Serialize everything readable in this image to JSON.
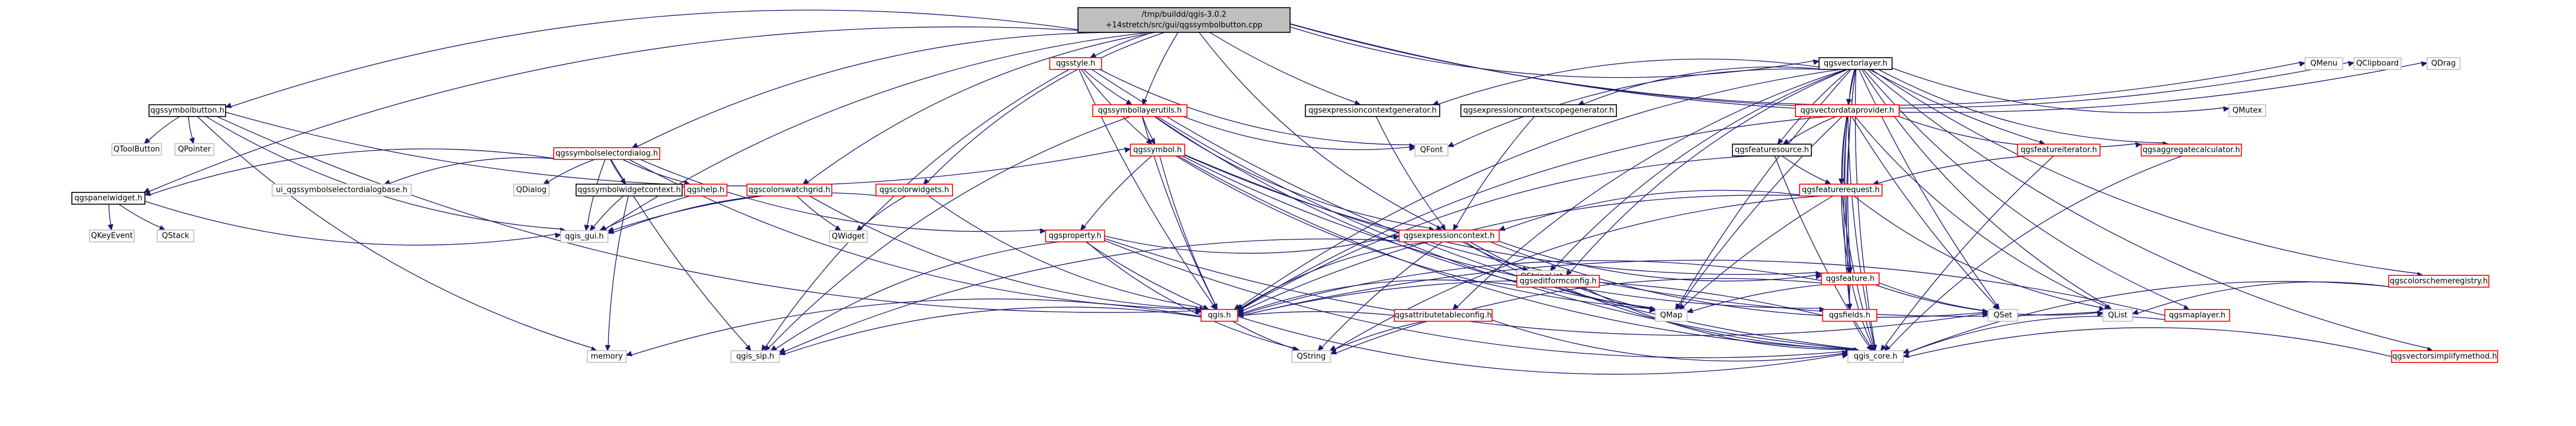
{
  "graph": {
    "title_lines": [
      "/tmp/buildd/qgis-3.0.2",
      "+14stretch/src/gui/qgssymbolbutton.cpp"
    ],
    "colors": {
      "root_fill": "#bfbfbf",
      "node_fill": "#ffffff",
      "documented_border": "#000000",
      "undocumented_border": "#bfbfbf",
      "incomplete_border": "#ff0000",
      "edge": "#191970"
    },
    "nodes": [
      {
        "id": "root",
        "label": "",
        "kind": "root"
      },
      {
        "id": "qgssymbolbutton_h",
        "label": "qgssymbolbutton.h",
        "kind": "documented"
      },
      {
        "id": "qgsstyle_h",
        "label": "qgsstyle.h",
        "kind": "incomplete"
      },
      {
        "id": "qgsvectorlayer_h",
        "label": "qgsvectorlayer.h",
        "kind": "documented"
      },
      {
        "id": "qmenu",
        "label": "QMenu",
        "kind": "undocumented"
      },
      {
        "id": "qclipboard",
        "label": "QClipboard",
        "kind": "undocumented"
      },
      {
        "id": "qdrag",
        "label": "QDrag",
        "kind": "undocumented"
      },
      {
        "id": "qtoolbutton",
        "label": "QToolButton",
        "kind": "undocumented"
      },
      {
        "id": "qpointer",
        "label": "QPointer",
        "kind": "undocumented"
      },
      {
        "id": "qgspanelwidget_h",
        "label": "qgspanelwidget.h",
        "kind": "documented"
      },
      {
        "id": "qgssymbolselectordialog_h",
        "label": "qgssymbolselectordialog.h",
        "kind": "incomplete"
      },
      {
        "id": "ui_qgssymbolselectordialogbase_h",
        "label": "ui_qgssymbolselectordialogbase.h",
        "kind": "undocumented"
      },
      {
        "id": "qdialog",
        "label": "QDialog",
        "kind": "undocumented"
      },
      {
        "id": "qgssymbolwidgetcontext_h",
        "label": "qgssymbolwidgetcontext.h",
        "kind": "documented"
      },
      {
        "id": "qgshelp_h",
        "label": "qgshelp.h",
        "kind": "incomplete"
      },
      {
        "id": "qgscolorswatchgrid_h",
        "label": "qgscolorswatchgrid.h",
        "kind": "incomplete"
      },
      {
        "id": "qgscolorwidgets_h",
        "label": "qgscolorwidgets.h",
        "kind": "incomplete"
      },
      {
        "id": "qgssymbollayerutils_h",
        "label": "qgssymbollayerutils.h",
        "kind": "incomplete"
      },
      {
        "id": "qgssymbol_h",
        "label": "qgssymbol.h",
        "kind": "incomplete"
      },
      {
        "id": "qgsproperty_h",
        "label": "qgsproperty.h",
        "kind": "incomplete"
      },
      {
        "id": "qgsexpressioncontextgenerator_h",
        "label": "qgsexpressioncontextgenerator.h",
        "kind": "documented"
      },
      {
        "id": "qgsexpressioncontextscopegenerator_h",
        "label": "qgsexpressioncontextscopegenerator.h",
        "kind": "documented"
      },
      {
        "id": "qgsvectordataprovider_h",
        "label": "qgsvectordataprovider.h",
        "kind": "incomplete"
      },
      {
        "id": "qgsfeaturesource_h",
        "label": "qgsfeaturesource.h",
        "kind": "documented"
      },
      {
        "id": "qmutex",
        "label": "QMutex",
        "kind": "undocumented"
      },
      {
        "id": "qgsfeatureiterator_h",
        "label": "qgsfeatureiterator.h",
        "kind": "incomplete"
      },
      {
        "id": "qgsaggregatecalculator_h",
        "label": "qgsaggregatecalculator.h",
        "kind": "incomplete"
      },
      {
        "id": "qgsfeaturerequest_h",
        "label": "qgsfeaturerequest.h",
        "kind": "incomplete"
      },
      {
        "id": "qfont",
        "label": "QFont",
        "kind": "undocumented"
      },
      {
        "id": "qgsexpressioncontext_h",
        "label": "qgsexpressioncontext.h",
        "kind": "incomplete"
      },
      {
        "id": "qkeyevent",
        "label": "QKeyEvent",
        "kind": "undocumented"
      },
      {
        "id": "qstack",
        "label": "QStack",
        "kind": "undocumented"
      },
      {
        "id": "qgs_gui_h",
        "label": "qgis_gui.h",
        "kind": "undocumented"
      },
      {
        "id": "qwidget",
        "label": "QWidget",
        "kind": "undocumented"
      },
      {
        "id": "qstringlist",
        "label": "QStringList",
        "kind": "undocumented"
      },
      {
        "id": "qgseditformconfig_h",
        "label": "qgseditformconfig.h",
        "kind": "incomplete"
      },
      {
        "id": "qgsattributetableconfig_h",
        "label": "qgsattributetableconfig.h",
        "kind": "incomplete"
      },
      {
        "id": "qgsfeature_h",
        "label": "qgsfeature.h",
        "kind": "incomplete"
      },
      {
        "id": "qgsfields_h",
        "label": "qgsfields.h",
        "kind": "incomplete"
      },
      {
        "id": "qmap",
        "label": "QMap",
        "kind": "undocumented"
      },
      {
        "id": "qset",
        "label": "QSet",
        "kind": "undocumented"
      },
      {
        "id": "qlist",
        "label": "QList",
        "kind": "undocumented"
      },
      {
        "id": "qgscolorschemeregistry_h",
        "label": "qgscolorschemeregistry.h",
        "kind": "incomplete"
      },
      {
        "id": "qgsmaplayer_h",
        "label": "qgsmaplayer.h",
        "kind": "incomplete"
      },
      {
        "id": "qgsvectorsimplifymethod_h",
        "label": "qgsvectorsimplifymethod.h",
        "kind": "incomplete"
      },
      {
        "id": "qgis_h",
        "label": "qgis.h",
        "kind": "incomplete"
      },
      {
        "id": "memory",
        "label": "memory",
        "kind": "undocumented"
      },
      {
        "id": "qgis_sip_h",
        "label": "qgis_sip.h",
        "kind": "undocumented"
      },
      {
        "id": "qstring",
        "label": "QString",
        "kind": "undocumented"
      },
      {
        "id": "qgis_core_h",
        "label": "qgis_core.h",
        "kind": "undocumented"
      }
    ],
    "edges": [
      [
        "root",
        "qgssymbolbutton_h"
      ],
      [
        "root",
        "qgsstyle_h"
      ],
      [
        "root",
        "qgsvectorlayer_h"
      ],
      [
        "root",
        "qmenu"
      ],
      [
        "root",
        "qclipboard"
      ],
      [
        "root",
        "qdrag"
      ],
      [
        "root",
        "qgssymbolselectordialog_h"
      ],
      [
        "root",
        "qgscolorswatchgrid_h"
      ],
      [
        "root",
        "qgscolorwidgets_h"
      ],
      [
        "root",
        "qgssymbollayerutils_h"
      ],
      [
        "root",
        "qgsexpressioncontextgenerator_h"
      ],
      [
        "root",
        "qgsexpressioncontext_h"
      ],
      [
        "root",
        "qgspanelwidget_h"
      ],
      [
        "root",
        "qgs_gui_h"
      ],
      [
        "qgssymbolbutton_h",
        "qtoolbutton"
      ],
      [
        "qgssymbolbutton_h",
        "qpointer"
      ],
      [
        "qgssymbolbutton_h",
        "qgssymbol_h"
      ],
      [
        "qgssymbolbutton_h",
        "qgs_gui_h"
      ],
      [
        "qgssymbolbutton_h",
        "qgis_h"
      ],
      [
        "qgssymbolbutton_h",
        "memory"
      ],
      [
        "qgsstyle_h",
        "qgssymbollayerutils_h"
      ],
      [
        "qgsstyle_h",
        "qgis_h"
      ],
      [
        "qgsstyle_h",
        "qfont"
      ],
      [
        "qgsstyle_h",
        "qgis_core_h"
      ],
      [
        "qgsstyle_h",
        "qgis_sip_h"
      ],
      [
        "qgsstyle_h",
        "qgssymbol_h"
      ],
      [
        "qgsvectorlayer_h",
        "qgsvectordataprovider_h"
      ],
      [
        "qgsvectorlayer_h",
        "qgsfeaturesource_h"
      ],
      [
        "qgsvectorlayer_h",
        "qmutex"
      ],
      [
        "qgsvectorlayer_h",
        "qgsfeatureiterator_h"
      ],
      [
        "qgsvectorlayer_h",
        "qgsaggregatecalculator_h"
      ],
      [
        "qgsvectorlayer_h",
        "qgsfeaturerequest_h"
      ],
      [
        "qgsvectorlayer_h",
        "qfont"
      ],
      [
        "qgsvectorlayer_h",
        "qgsexpressioncontextgenerator_h"
      ],
      [
        "qgsvectorlayer_h",
        "qgsexpressioncontextscopegenerator_h"
      ],
      [
        "qgsvectorlayer_h",
        "qgseditformconfig_h"
      ],
      [
        "qgsvectorlayer_h",
        "qgsattributetableconfig_h"
      ],
      [
        "qgsvectorlayer_h",
        "qgsfeature_h"
      ],
      [
        "qgsvectorlayer_h",
        "qgsfields_h"
      ],
      [
        "qgsvectorlayer_h",
        "qmap"
      ],
      [
        "qgsvectorlayer_h",
        "qset"
      ],
      [
        "qgsvectorlayer_h",
        "qlist"
      ],
      [
        "qgsvectorlayer_h",
        "qgscolorschemeregistry_h"
      ],
      [
        "qgsvectorlayer_h",
        "qgsmaplayer_h"
      ],
      [
        "qgsvectorlayer_h",
        "qgsvectorsimplifymethod_h"
      ],
      [
        "qgsvectorlayer_h",
        "qgis_h"
      ],
      [
        "qgsvectorlayer_h",
        "qgis_core_h"
      ],
      [
        "qgsvectorlayer_h",
        "qstringlist"
      ],
      [
        "qgspanelwidget_h",
        "qkeyevent"
      ],
      [
        "qgspanelwidget_h",
        "qstack"
      ],
      [
        "qgspanelwidget_h",
        "qgs_gui_h"
      ],
      [
        "qgssymbolselectordialog_h",
        "ui_qgssymbolselectordialogbase_h"
      ],
      [
        "qgssymbolselectordialog_h",
        "qdialog"
      ],
      [
        "qgssymbolselectordialog_h",
        "qgssymbolwidgetcontext_h"
      ],
      [
        "qgssymbolselectordialog_h",
        "qgshelp_h"
      ],
      [
        "qgssymbolselectordialog_h",
        "qgs_gui_h"
      ],
      [
        "qgssymbolselectordialog_h",
        "qgspanelwidget_h"
      ],
      [
        "qgssymbolselectordialog_h",
        "qgsproperty_h"
      ],
      [
        "qgssymbolselectordialog_h",
        "qgis_h"
      ],
      [
        "qgssymbolselectordialog_h",
        "qgis_sip_h"
      ],
      [
        "qgssymbolwidgetcontext_h",
        "qgs_gui_h"
      ],
      [
        "qgssymbolwidgetcontext_h",
        "memory"
      ],
      [
        "qgshelp_h",
        "qgs_gui_h"
      ],
      [
        "qgscolorswatchgrid_h",
        "qgs_gui_h"
      ],
      [
        "qgscolorswatchgrid_h",
        "qwidget"
      ],
      [
        "qgscolorswatchgrid_h",
        "qgis_h"
      ],
      [
        "qgscolorwidgets_h",
        "qgs_gui_h"
      ],
      [
        "qgscolorwidgets_h",
        "qwidget"
      ],
      [
        "qgscolorwidgets_h",
        "qgis_h"
      ],
      [
        "qgssymbollayerutils_h",
        "qgssymbol_h"
      ],
      [
        "qgssymbollayerutils_h",
        "qgis_h"
      ],
      [
        "qgssymbollayerutils_h",
        "qgis_core_h"
      ],
      [
        "qgssymbollayerutils_h",
        "qfont"
      ],
      [
        "qgssymbollayerutils_h",
        "qgis_sip_h"
      ],
      [
        "qgssymbollayerutils_h",
        "qmap"
      ],
      [
        "qgssymbollayerutils_h",
        "qgsexpressioncontext_h"
      ],
      [
        "qgssymbol_h",
        "qgsproperty_h"
      ],
      [
        "qgssymbol_h",
        "qgis_h"
      ],
      [
        "qgssymbol_h",
        "qgis_core_h"
      ],
      [
        "qgssymbol_h",
        "qmap"
      ],
      [
        "qgssymbol_h",
        "qgsfields_h"
      ],
      [
        "qgssymbol_h",
        "qlist"
      ],
      [
        "qgssymbol_h",
        "qgsfeature_h"
      ],
      [
        "qgsproperty_h",
        "qgsexpressioncontext_h"
      ],
      [
        "qgsproperty_h",
        "qgis_h"
      ],
      [
        "qgsproperty_h",
        "qgis_core_h"
      ],
      [
        "qgsproperty_h",
        "qstring"
      ],
      [
        "qgsproperty_h",
        "qset"
      ],
      [
        "qgsproperty_h",
        "qgis_sip_h"
      ],
      [
        "qgsexpressioncontextgenerator_h",
        "qgsexpressioncontext_h"
      ],
      [
        "qgsexpressioncontextscopegenerator_h",
        "qgsexpressioncontext_h"
      ],
      [
        "qgsvectordataprovider_h",
        "qgsfeaturesource_h"
      ],
      [
        "qgsvectordataprovider_h",
        "qgsfeaturerequest_h"
      ],
      [
        "qgsvectordataprovider_h",
        "qgsaggregatecalculator_h"
      ],
      [
        "qgsvectordataprovider_h",
        "qgsfeature_h"
      ],
      [
        "qgsvectordataprovider_h",
        "qgsfields_h"
      ],
      [
        "qgsvectordataprovider_h",
        "qmap"
      ],
      [
        "qgsvectordataprovider_h",
        "qset"
      ],
      [
        "qgsvectordataprovider_h",
        "qlist"
      ],
      [
        "qgsvectordataprovider_h",
        "qgis_h"
      ],
      [
        "qgsvectordataprovider_h",
        "qgis_core_h"
      ],
      [
        "qgsfeaturesource_h",
        "qgsfeaturerequest_h"
      ],
      [
        "qgsfeaturesource_h",
        "qgis_h"
      ],
      [
        "qgsfeaturesource_h",
        "qgis_core_h"
      ],
      [
        "qgsfeatureiterator_h",
        "qgsfeaturerequest_h"
      ],
      [
        "qgsfeatureiterator_h",
        "qgis_core_h"
      ],
      [
        "qgsaggregatecalculator_h",
        "qgis_core_h"
      ],
      [
        "qgsfeaturerequest_h",
        "qgsexpressioncontext_h"
      ],
      [
        "qgsfeaturerequest_h",
        "qgsfeature_h"
      ],
      [
        "qgsfeaturerequest_h",
        "qgis_h"
      ],
      [
        "qgsfeaturerequest_h",
        "qgis_core_h"
      ],
      [
        "qgsfeaturerequest_h",
        "qlist"
      ],
      [
        "qgsfeaturerequest_h",
        "qmap"
      ],
      [
        "qgsfeaturerequest_h",
        "qstring"
      ],
      [
        "qgsexpressioncontext_h",
        "qgsfeature_h"
      ],
      [
        "qgsexpressioncontext_h",
        "qgis_h"
      ],
      [
        "qgsexpressioncontext_h",
        "qstringlist"
      ],
      [
        "qgsexpressioncontext_h",
        "qmap"
      ],
      [
        "qgsexpressioncontext_h",
        "qgis_core_h"
      ],
      [
        "qgsexpressioncontext_h",
        "qstring"
      ],
      [
        "qgsexpressioncontext_h",
        "qset"
      ],
      [
        "qgsexpressioncontext_h",
        "qgis_sip_h"
      ],
      [
        "qgseditformconfig_h",
        "qgis_h"
      ],
      [
        "qgseditformconfig_h",
        "qmap"
      ],
      [
        "qgseditformconfig_h",
        "qgis_core_h"
      ],
      [
        "qgsattributetableconfig_h",
        "qgis_h"
      ],
      [
        "qgsattributetableconfig_h",
        "qgis_core_h"
      ],
      [
        "qgsattributetableconfig_h",
        "qstring"
      ],
      [
        "qgsfeature_h",
        "qgsfields_h"
      ],
      [
        "qgsfeature_h",
        "qmap"
      ],
      [
        "qgsfeature_h",
        "qset"
      ],
      [
        "qgsfeature_h",
        "qlist"
      ],
      [
        "qgsfeature_h",
        "qgis_h"
      ],
      [
        "qgsfeature_h",
        "qgis_core_h"
      ],
      [
        "qgsfeature_h",
        "qstring"
      ],
      [
        "qgsfields_h",
        "qgis_h"
      ],
      [
        "qgsfields_h",
        "qgis_core_h"
      ],
      [
        "qgscolorschemeregistry_h",
        "qgis_core_h"
      ],
      [
        "qgscolorschemeregistry_h",
        "qlist"
      ],
      [
        "qgsmaplayer_h",
        "qgis_h"
      ],
      [
        "qgsmaplayer_h",
        "qgis_core_h"
      ],
      [
        "qgsvectorsimplifymethod_h",
        "qgis_core_h"
      ],
      [
        "qgis_h",
        "memory"
      ],
      [
        "qgis_h",
        "qgis_sip_h"
      ],
      [
        "qgis_h",
        "qstring"
      ],
      [
        "qgis_h",
        "qgis_core_h"
      ]
    ]
  }
}
